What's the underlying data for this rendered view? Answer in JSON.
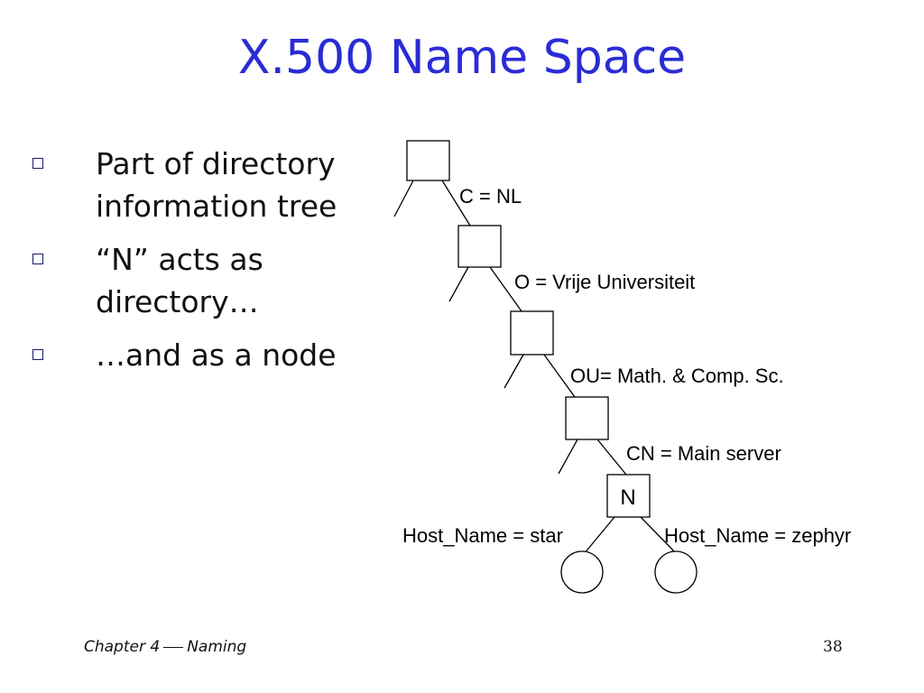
{
  "slide": {
    "title": "X.500 Name Space",
    "bullets": [
      "Part of directory information tree",
      "“N” acts as directory…",
      "…and as a node"
    ]
  },
  "tree": {
    "edge_labels": {
      "c": "C = NL",
      "o": "O = Vrije Universiteit",
      "ou": "OU= Math. & Comp. Sc.",
      "cn": "CN = Main server",
      "host_star": "Host_Name = star",
      "host_zephyr": "Host_Name = zephyr"
    },
    "node_n_label": "N"
  },
  "footer": {
    "chapter": "Chapter 4",
    "topic": "Naming",
    "page_number": "38"
  }
}
